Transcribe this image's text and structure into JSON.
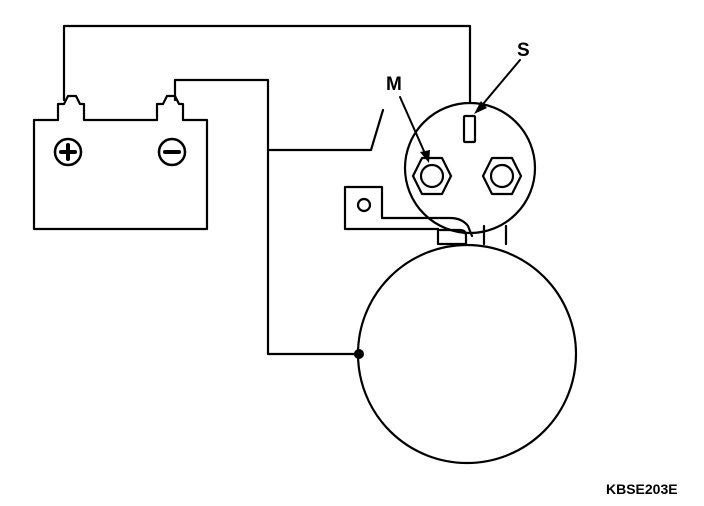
{
  "labels": {
    "s_terminal": "S",
    "m_terminal": "M"
  },
  "figure_code": "KBSE203E",
  "battery": {
    "positive_symbol": "+",
    "negative_symbol": "−"
  },
  "colors": {
    "line": "#000000",
    "background": "#ffffff"
  }
}
